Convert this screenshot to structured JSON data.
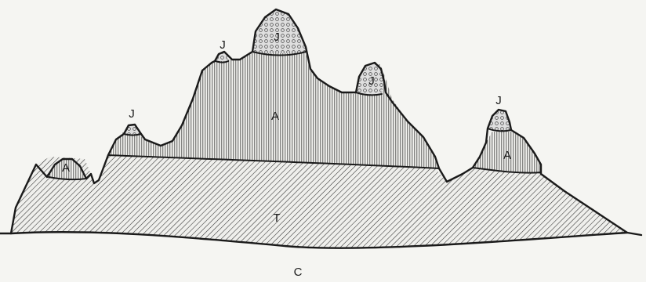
{
  "labels": {
    "j_top": "J",
    "j_right_peak": "J",
    "j_small_left": "J",
    "j_far_left": "J",
    "j_far_right": "J",
    "a_main": "A",
    "a_left": "A",
    "a_right": "A",
    "t_base": "T",
    "c_bottom": "C"
  },
  "colors": {
    "background": "#f5f5f2",
    "ink": "#1a1a1a",
    "stipple_fill": "#dedede",
    "layer_fill": "#f2f2ef"
  }
}
